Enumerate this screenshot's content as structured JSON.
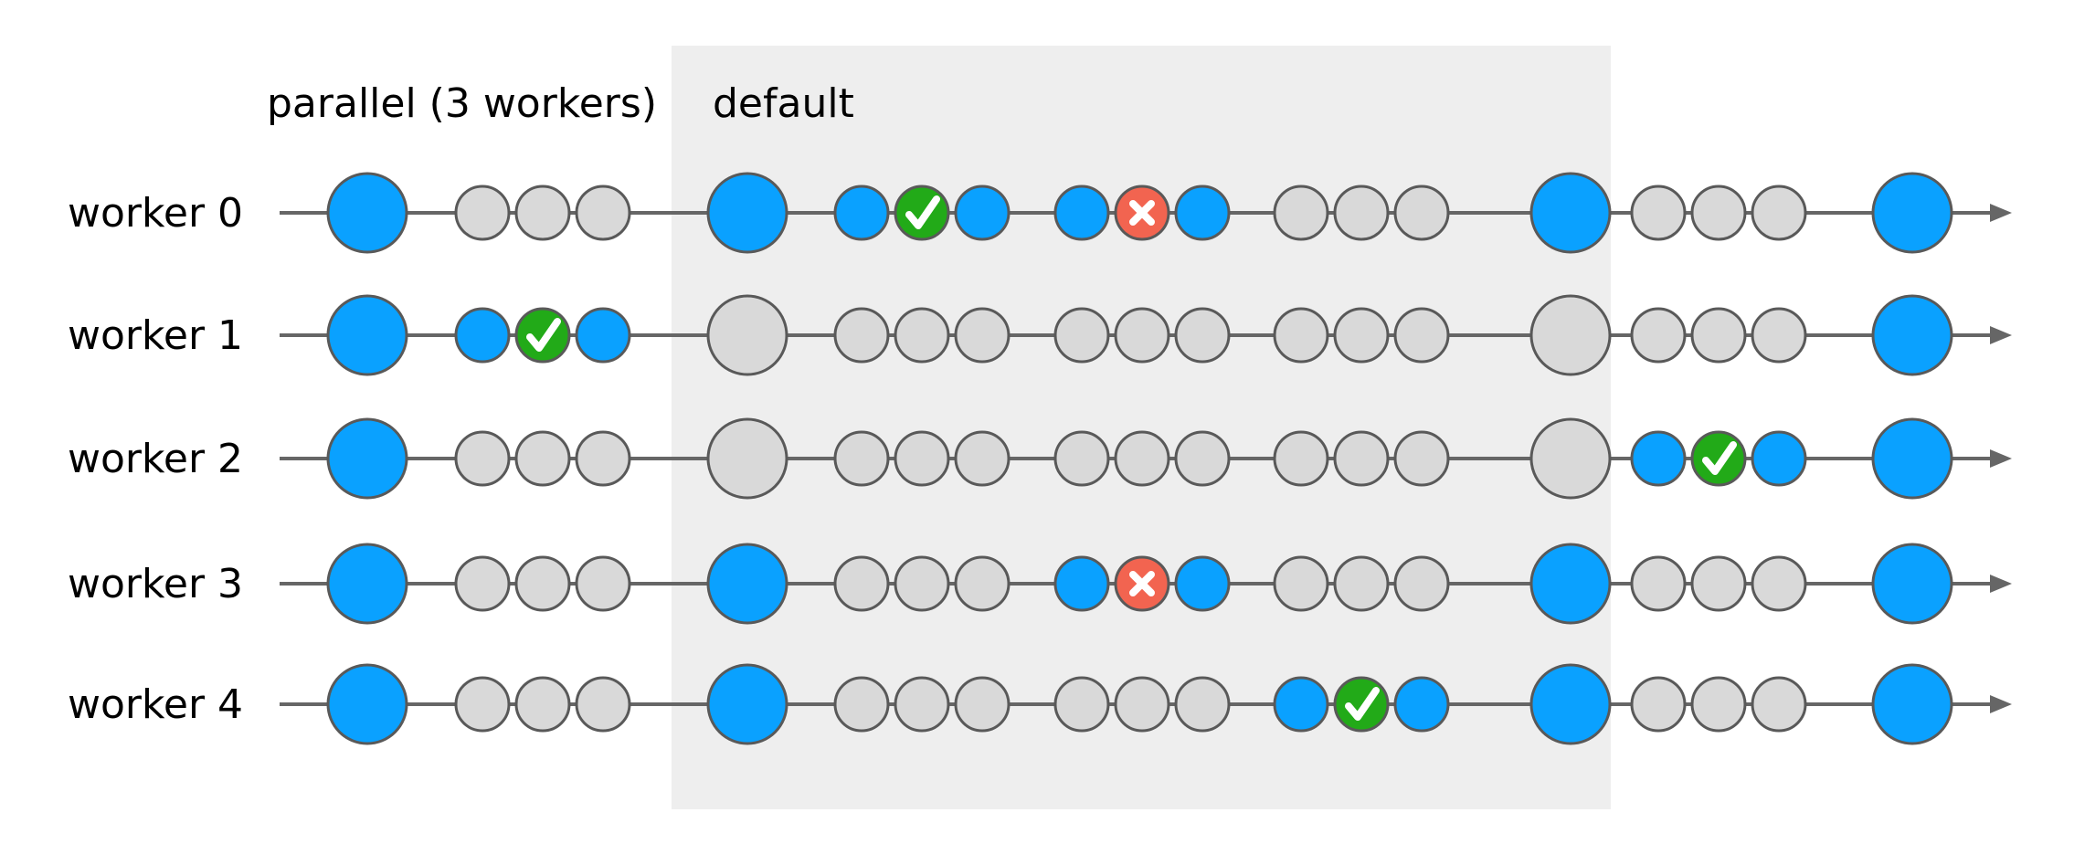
{
  "group_labels": {
    "parallel": "parallel (3 workers)",
    "default": "default"
  },
  "rows": [
    {
      "label": "worker 0",
      "nodes": [
        "blue-big",
        "gray-small",
        "gray-small",
        "gray-small",
        "blue-big",
        "blue-small",
        "check",
        "blue-small",
        "blue-small",
        "cross",
        "blue-small",
        "gray-small",
        "gray-small",
        "gray-small",
        "blue-big",
        "gray-small",
        "gray-small",
        "gray-small",
        "blue-big"
      ]
    },
    {
      "label": "worker 1",
      "nodes": [
        "blue-big",
        "blue-small",
        "check",
        "blue-small",
        "gray-big",
        "gray-small",
        "gray-small",
        "gray-small",
        "gray-small",
        "gray-small",
        "gray-small",
        "gray-small",
        "gray-small",
        "gray-small",
        "gray-big",
        "gray-small",
        "gray-small",
        "gray-small",
        "blue-big"
      ]
    },
    {
      "label": "worker 2",
      "nodes": [
        "blue-big",
        "gray-small",
        "gray-small",
        "gray-small",
        "gray-big",
        "gray-small",
        "gray-small",
        "gray-small",
        "gray-small",
        "gray-small",
        "gray-small",
        "gray-small",
        "gray-small",
        "gray-small",
        "gray-big",
        "blue-small",
        "check",
        "blue-small",
        "blue-big"
      ]
    },
    {
      "label": "worker 3",
      "nodes": [
        "blue-big",
        "gray-small",
        "gray-small",
        "gray-small",
        "blue-big",
        "gray-small",
        "gray-small",
        "gray-small",
        "blue-small",
        "cross",
        "blue-small",
        "gray-small",
        "gray-small",
        "gray-small",
        "blue-big",
        "gray-small",
        "gray-small",
        "gray-small",
        "blue-big"
      ]
    },
    {
      "label": "worker 4",
      "nodes": [
        "blue-big",
        "gray-small",
        "gray-small",
        "gray-small",
        "blue-big",
        "gray-small",
        "gray-small",
        "gray-small",
        "gray-small",
        "gray-small",
        "gray-small",
        "blue-small",
        "check",
        "blue-small",
        "blue-big",
        "gray-small",
        "gray-small",
        "gray-small",
        "blue-big"
      ]
    }
  ],
  "colors": {
    "blue": "#0aa1ff",
    "gray": "#d9d9d9",
    "green": "#22aa18",
    "red": "#f26450",
    "stroke": "#595959",
    "line": "#666666",
    "shade": "#eeeeee"
  }
}
